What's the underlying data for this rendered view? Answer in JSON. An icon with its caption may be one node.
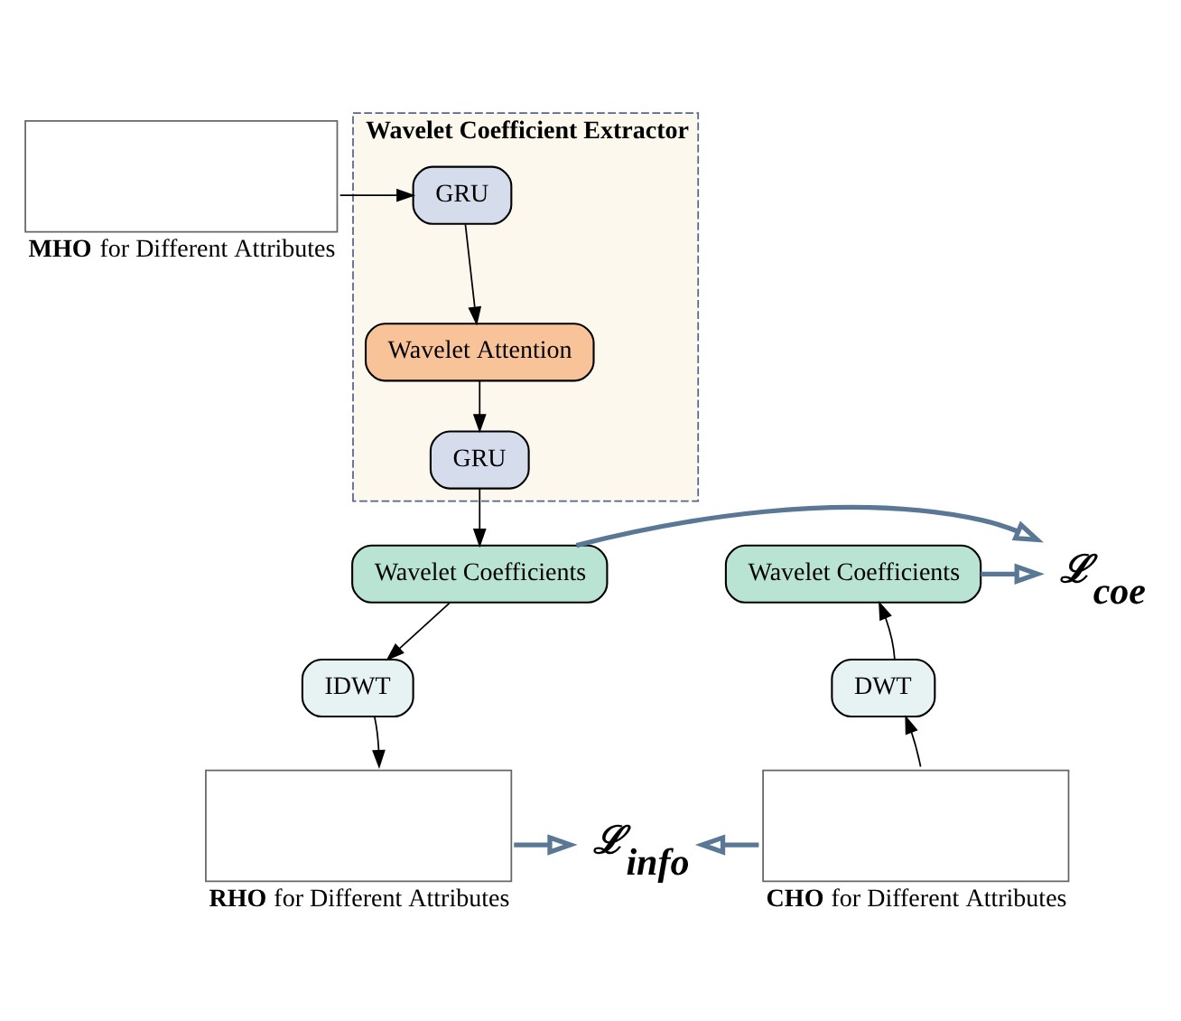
{
  "diagram": {
    "nodes": [
      {
        "text": [
          "Wavelet Coefficient Extractor"
        ]
      },
      {
        "text": [],
        "shape": "box",
        "beside": [
          "**MHO** for Different Attributes"
        ]
      },
      {
        "text": [
          "GRU"
        ],
        "in": 0
      },
      {
        "text": [
          "Wavelet Attention"
        ],
        "in": 0
      },
      {
        "text": [
          "GRU"
        ],
        "in": 0
      },
      {
        "text": [
          "Wavelet Coefficients"
        ]
      },
      {
        "text": [
          "IDWT"
        ]
      },
      {
        "text": [],
        "shape": "box",
        "beside": [
          "**RHO** for Different Attributes"
        ]
      },
      {
        "text": [],
        "shape": "box",
        "beside": [
          "**CHO** for Different Attributes"
        ]
      },
      {
        "text": [
          "DWT"
        ]
      },
      {
        "text": [
          "Wavelet Coefficients"
        ]
      },
      {
        "text": [
          "ℒ$_{coe}$"
        ]
      },
      {
        "text": [
          "ℒ$_{info}$"
        ]
      }
    ],
    "edges": [
      {
        "from": 1,
        "to": 2,
        "arrow": "to"
      },
      {
        "from": 2,
        "to": 3,
        "arrow": "to"
      },
      {
        "from": 3,
        "to": 4,
        "arrow": "to"
      },
      {
        "from": 4,
        "to": 5,
        "arrow": "to"
      },
      {
        "from": 5,
        "to": 6,
        "arrow": "to"
      },
      {
        "from": 6,
        "to": 7,
        "arrow": "to"
      },
      {
        "from": 8,
        "to": 9,
        "arrow": "to"
      },
      {
        "from": 9,
        "to": 10,
        "arrow": "to"
      },
      {
        "from": 10,
        "to": 11,
        "arrow": "to",
        "style": "thick",
        "color": "#5a7896"
      },
      {
        "from": 5,
        "to": 11,
        "arrow": "to",
        "style": "thick",
        "color": "#5a7896"
      },
      {
        "from": 8,
        "to": 12,
        "arrow": "to",
        "style": "thick",
        "color": "#5a7896"
      },
      {
        "from": 7,
        "to": 12,
        "arrow": "to",
        "style": "thick",
        "color": "#5a7896"
      }
    ]
  }
}
